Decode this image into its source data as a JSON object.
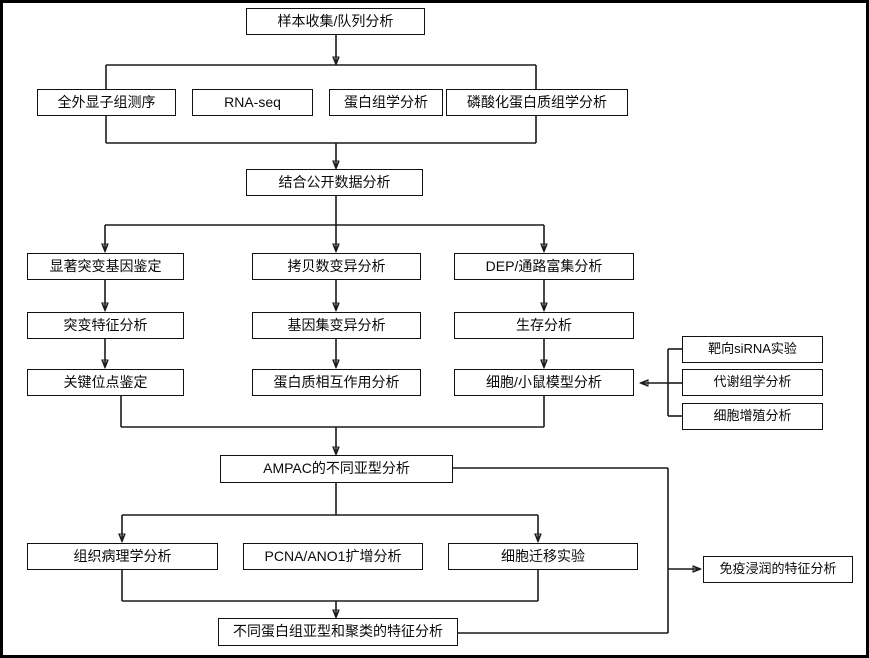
{
  "diagram": {
    "title": "AMPAC multi-omics study workflow flowchart",
    "language": "zh-CN",
    "border_color": "#000000",
    "box_border_color": "#111111",
    "line_color": "#1a1a1a",
    "background": "#ffffff"
  },
  "nodes": {
    "sample_collection": "样本收集/队列分析",
    "wes": "全外显子组测序",
    "rnaseq": "RNA-seq",
    "proteomics": "蛋白组学分析",
    "phosphoproteomics": "磷酸化蛋白质组学分析",
    "public_data": "结合公开数据分析",
    "sig_mut_gene": "显著突变基因鉴定",
    "cnv": "拷贝数变异分析",
    "dep_pathway": "DEP/通路富集分析",
    "mut_signature": "突变特征分析",
    "gsva": "基因集变异分析",
    "survival": "生存分析",
    "key_site": "关键位点鉴定",
    "ppi": "蛋白质相互作用分析",
    "cell_mouse_model": "细胞/小鼠模型分析",
    "sirna": "靶向siRNA实验",
    "metabolomics": "代谢组学分析",
    "cell_proliferation": "细胞增殖分析",
    "ampac_subtype": "AMPAC的不同亚型分析",
    "histopathology": "组织病理学分析",
    "pcna_ano1": "PCNA/ANO1扩增分析",
    "cell_migration": "细胞迁移实验",
    "immune_infiltration": "免疫浸润的特征分析",
    "proteome_subtype_cluster": "不同蛋白组亚型和聚类的特征分析"
  }
}
